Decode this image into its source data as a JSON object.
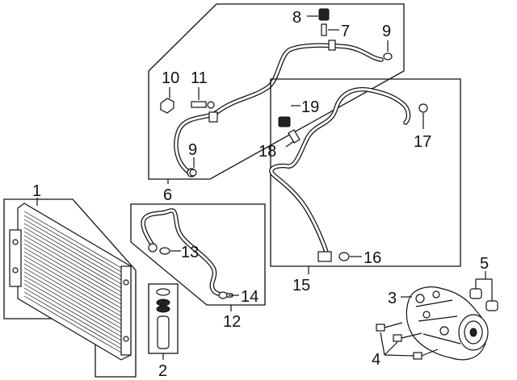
{
  "callouts": {
    "c1": "1",
    "c2": "2",
    "c3": "3",
    "c4": "4",
    "c5": "5",
    "c6": "6",
    "c7": "7",
    "c8": "8",
    "c9a": "9",
    "c9b": "9",
    "c10": "10",
    "c11": "11",
    "c12": "12",
    "c13": "13",
    "c14": "14",
    "c15": "15",
    "c16": "16",
    "c17": "17",
    "c18": "18",
    "c19": "19"
  },
  "colors": {
    "line": "#111111",
    "background": "#ffffff"
  }
}
